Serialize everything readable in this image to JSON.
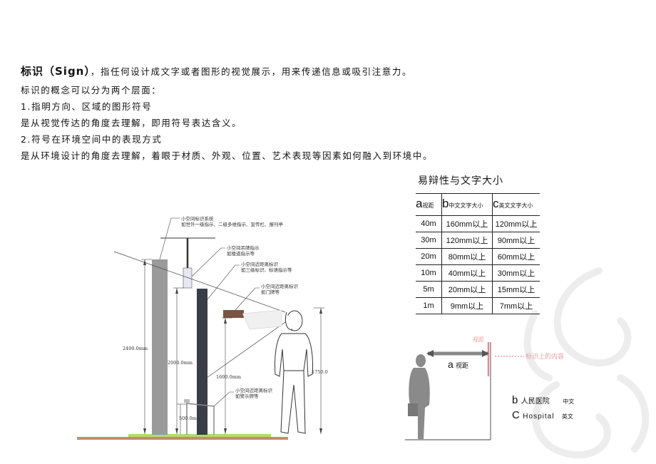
{
  "intro": {
    "term": "标识（Sign）",
    "definition": "，指任何设计成文字或者图形的视觉展示，用来传递信息或吸引注意力。",
    "lines": [
      "标识的概念可以分为两个层面：",
      "1.指明方向、区域的图形符号",
      "是从视觉传达的角度去理解，即用符号表达含义。",
      "2.符号在环境空间中的表现方式",
      "是从环境设计的角度去理解，着眼于材质、外观、位置、艺术表现等因素如何融入到环境中。"
    ]
  },
  "diagram": {
    "labels": {
      "system_title": "小空间标识系统",
      "system_sub": "如世外一级指示、二级多维指示、宣传栏、报刊亭",
      "hanging_title": "小空间吊牌指示",
      "hanging_sub": "如楼道指示等",
      "near_title": "小空间近距离标识",
      "near_sub": "如三级标识、标语指示等",
      "door_title": "小空间近距离标识",
      "door_sub": "如门牌等",
      "warn_title": "小空间近距离标识",
      "warn_sub": "如警示牌等"
    },
    "dims": {
      "h2400": "2400.0mm",
      "h2000": "2000.0mm",
      "h1600": "1600.0mm",
      "h500": "500.0mm",
      "h1750": "1750.0"
    }
  },
  "legibility_table": {
    "title": "易辩性与文字大小",
    "headers": [
      {
        "letter": "a",
        "text": "视距"
      },
      {
        "letter": "b",
        "text": "中文文字大小"
      },
      {
        "letter": "c",
        "text": "英文文字大小"
      }
    ],
    "rows": [
      [
        "40m",
        "160mm以上",
        "120mm以上"
      ],
      [
        "30m",
        "120mm以上",
        "90mm以上"
      ],
      [
        "20m",
        "80mm以上",
        "60mm以上"
      ],
      [
        "10m",
        "40mm以上",
        "30mm以上"
      ],
      [
        "5m",
        "20mm以上",
        "15mm以上"
      ],
      [
        "1m",
        "9mm以上",
        "7mm以上"
      ]
    ]
  },
  "small_diagram": {
    "view_label": "视距",
    "content_label": "标识上的内容",
    "a_letter": "a",
    "a_text": "视距"
  },
  "legend": {
    "b_letter": "b",
    "b_text": "人民医院",
    "b_note": "中文",
    "c_letter": "C",
    "c_text": "Hospital",
    "c_note": "英文"
  },
  "colors": {
    "post_grey": "#9a9a9a",
    "post_dark": "#3a3c48",
    "door_sign": "#7a5444",
    "ground_green": "#b8d86a",
    "ground_brown": "#c98a6a",
    "accent_pink": "#e88a8a"
  }
}
